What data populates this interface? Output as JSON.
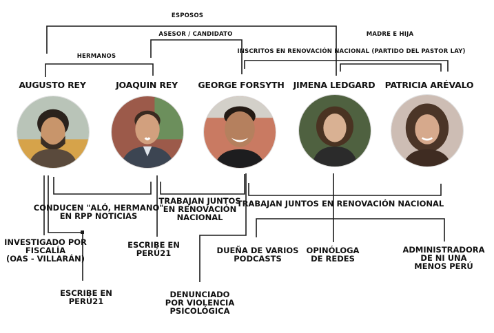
{
  "people": [
    {
      "name": "AUGUSTO REY"
    },
    {
      "name": "JOAQUIN REY"
    },
    {
      "name": "GEORGE FORSYTH"
    },
    {
      "name": "JIMENA LEDGARD"
    },
    {
      "name": "PATRICIA ARÉVALO"
    }
  ],
  "relations": {
    "esposos": "ESPOSOS",
    "asesor": "ASESOR / CANDIDATO",
    "madre_hija": "MADRE E HIJA",
    "inscritos": "INSCRITOS EN RENOVACIÓN NACIONAL (PARTIDO DEL PASTOR LAY)",
    "hermanos": "HERMANOS"
  },
  "lower": {
    "conducen_1": "CONDUCEN \"ALÓ, HERMANO\"",
    "conducen_2": "EN RPP NOTICIAS",
    "trabajan1_1": "TRABAJAN JUNTOS",
    "trabajan1_2": "EN RENOVACIÓN",
    "trabajan1_3": "NACIONAL",
    "trabajan2": "TRABAJAN JUNTOS EN RENOVACIÓN NACIONAL",
    "investigado_1": "INVESTIGADO POR",
    "investigado_2": "FISCALÍA",
    "investigado_3": "(OAS - VILLARÁN)",
    "escribe_a_1": "ESCRIBE EN",
    "escribe_a_2": "PERÚ21",
    "escribe_j_1": "ESCRIBE EN",
    "escribe_j_2": "PERÚ21",
    "denunciado_1": "DENUNCIADO",
    "denunciado_2": "POR VIOLENCIA",
    "denunciado_3": "PSICOLÓGICA",
    "duena_1": "DUEÑA DE VARIOS",
    "duena_2": "PODCASTS",
    "opinologa_1": "OPINÓLOGA",
    "opinologa_2": "DE REDES",
    "admin_1": "ADMINISTRADORA",
    "admin_2": "DE NI UNA",
    "admin_3": "MENOS PERÚ"
  },
  "colors": {
    "line": "#1a1a1a",
    "text": "#111111",
    "background": "#ffffff"
  }
}
